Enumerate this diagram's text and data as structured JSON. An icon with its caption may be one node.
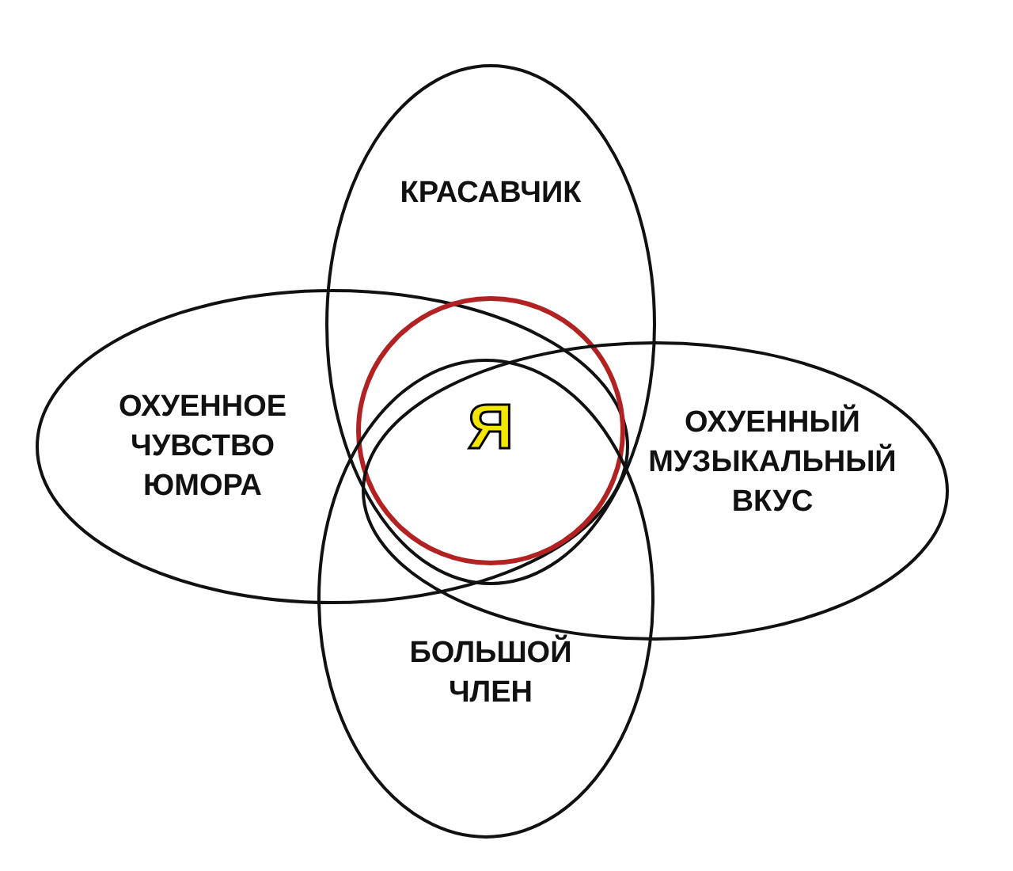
{
  "diagram": {
    "nodes": [
      {
        "text": [
          "КРАСАВЧИК"
        ]
      },
      {
        "text": [
          "ОХУЕННОЕ ЧУВСТВО ЮМОРА"
        ]
      },
      {
        "text": [
          "Я"
        ]
      },
      {
        "text": [
          "ОХУЕННЫЙ МУЗЫКАЛЬНЫЙ ВКУС"
        ]
      },
      {
        "text": [
          "БОЛЬШОЙ ЧЛЕН"
        ]
      }
    ],
    "edges": []
  }
}
